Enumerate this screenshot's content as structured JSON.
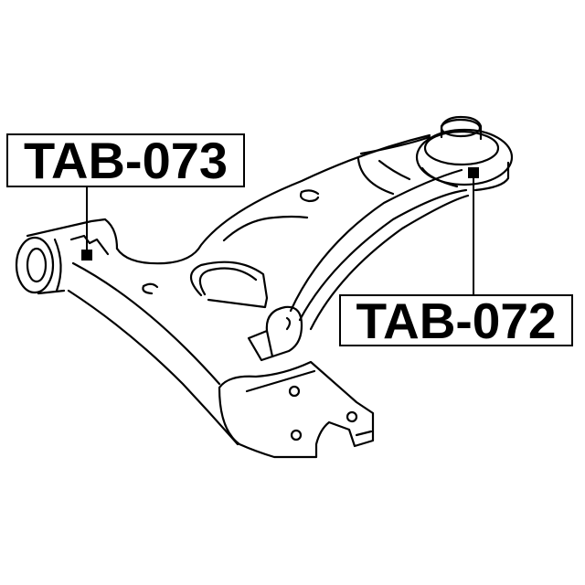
{
  "diagram": {
    "subject": "front lower control arm",
    "labels": [
      {
        "id": "front-bushing",
        "text": "TAB-073"
      },
      {
        "id": "rear-bushing",
        "text": "TAB-072"
      }
    ],
    "colors": {
      "line": "#000000",
      "background": "#ffffff"
    }
  }
}
